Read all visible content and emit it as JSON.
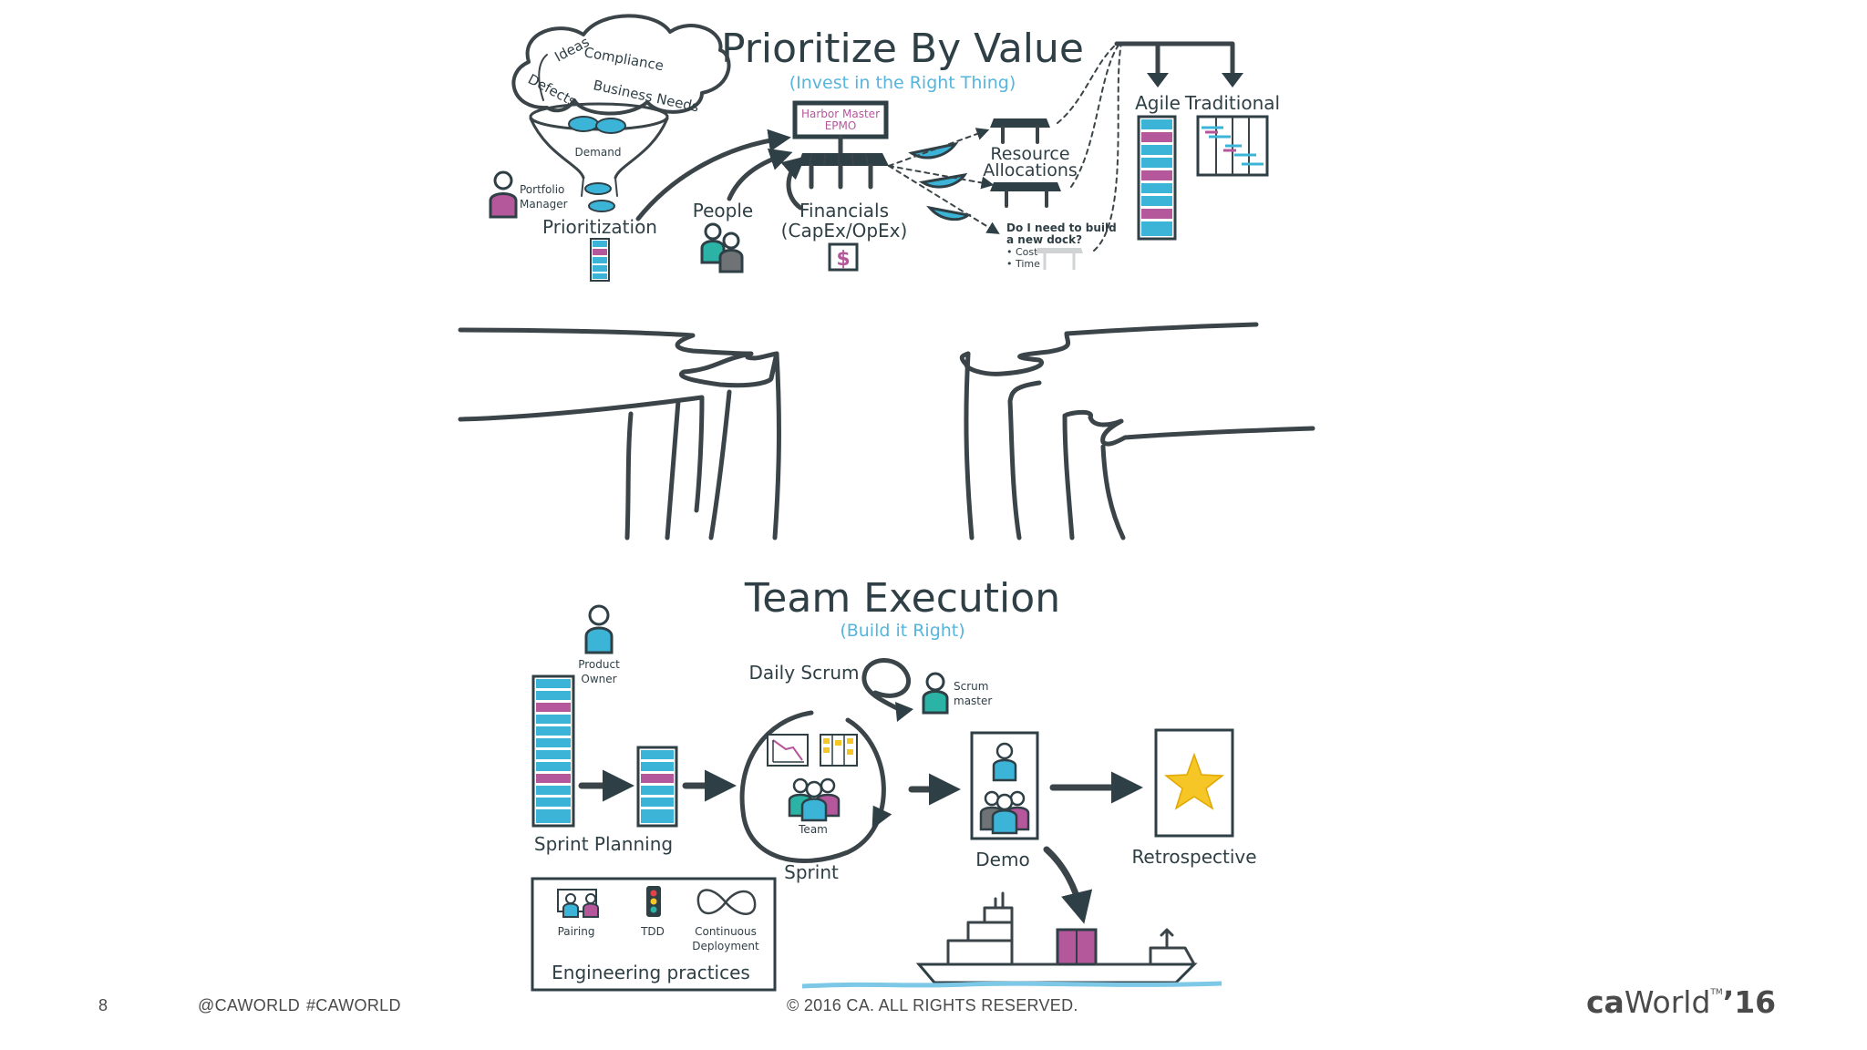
{
  "slide": {
    "top_section": {
      "title": "Prioritize By Value",
      "subtitle": "(Invest in the Right Thing)",
      "cloud_words": [
        "Ideas",
        "Compliance",
        "Defects",
        "Business Needs"
      ],
      "demand_label": "Demand",
      "portfolio_manager_label": [
        "Portfolio",
        "Manager"
      ],
      "prioritization_label": "Prioritization",
      "people_label": "People",
      "financials_label": [
        "Financials",
        "(CapEx/OpEx)"
      ],
      "dollar_symbol": "$",
      "harbor_master_label": [
        "Harbor Master",
        "EPMO"
      ],
      "resource_allocations_label": [
        "Resource",
        "Allocations"
      ],
      "dock_question": [
        "Do I need to build",
        "a new dock?",
        "• Cost",
        "• Time"
      ],
      "agile_label": "Agile",
      "traditional_label": "Traditional"
    },
    "bottom_section": {
      "title": "Team Execution",
      "subtitle": "(Build it Right)",
      "product_owner_label": [
        "Product",
        "Owner"
      ],
      "sprint_planning_label": "Sprint Planning",
      "daily_scrum_label": "Daily Scrum",
      "scrum_master_label": [
        "Scrum",
        "master"
      ],
      "team_label": "Team",
      "sprint_label": "Sprint",
      "demo_label": "Demo",
      "retrospective_label": "Retrospective",
      "engineering_practices_label": "Engineering practices",
      "pairing_label": "Pairing",
      "tdd_label": "TDD",
      "continuous_deployment_label": [
        "Continuous",
        "Deployment"
      ]
    },
    "footer": {
      "page_number": "8",
      "twitter_handle": "@CAWORLD",
      "hashtag": "#CAWORLD",
      "copyright": "© 2016 CA. ALL RIGHTS RESERVED.",
      "brand_ca": "ca",
      "brand_world": "World",
      "brand_year": "’16",
      "brand_tm": "TM"
    },
    "colors": {
      "ink": "#2f3f46",
      "cyan": "#3cb4d8",
      "magenta": "#b5579b",
      "teal": "#2bb3a6",
      "gold": "#f6c526",
      "subtitle_blue": "#55b5dc",
      "water": "#7cc8e6"
    }
  }
}
